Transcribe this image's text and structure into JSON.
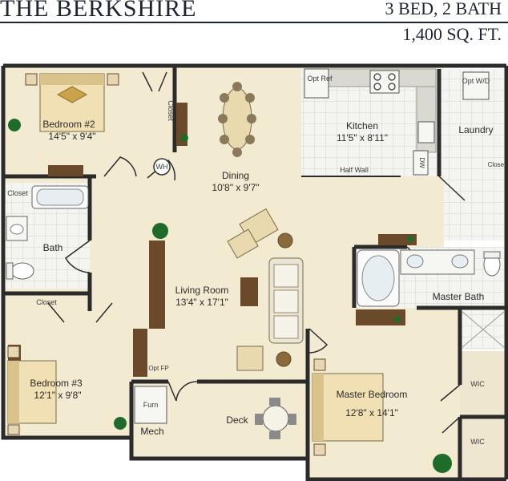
{
  "header": {
    "title": "THE BERKSHIRE",
    "beds_baths": "3 BED, 2 BATH",
    "area": "1,400 SQ. FT."
  },
  "rooms": {
    "bedroom2": {
      "name": "Bedroom #2",
      "size": "14'5\" x 9'4\""
    },
    "closet_b2": {
      "name": "Closet"
    },
    "wh": {
      "name": "WH"
    },
    "dining": {
      "name": "Dining",
      "size": "10'8\" x 9'7\""
    },
    "kitchen": {
      "name": "Kitchen",
      "size": "11'5\" x 8'11\""
    },
    "opt_ref": {
      "name": "Opt Ref"
    },
    "half_wall": {
      "name": "Half Wall"
    },
    "dw": {
      "name": "DW"
    },
    "laundry": {
      "name": "Laundry"
    },
    "opt_wd": {
      "name": "Opt W/D"
    },
    "closet_laundry": {
      "name": "Closet"
    },
    "closet_bath": {
      "name": "Closet"
    },
    "bath": {
      "name": "Bath"
    },
    "living": {
      "name": "Living Room",
      "size": "13'4\" x 17'1\""
    },
    "closet_b3": {
      "name": "Closet"
    },
    "bedroom3": {
      "name": "Bedroom #3",
      "size": "12'1\" x 9'8\""
    },
    "opt_fp": {
      "name": "Opt FP"
    },
    "furn": {
      "name": "Furn"
    },
    "mech": {
      "name": "Mech"
    },
    "deck": {
      "name": "Deck"
    },
    "master_bath": {
      "name": "Master Bath"
    },
    "master_bedroom": {
      "name": "Master Bedroom",
      "size": "12'8\" x 14'1\""
    },
    "wic1": {
      "name": "WIC"
    },
    "wic2": {
      "name": "WIC"
    }
  },
  "colors": {
    "floor": "#f3ead2",
    "tile": "#f4f4f1",
    "tile_line": "#d6d6d0",
    "wall": "#2b2b2b",
    "wood": "#6b4a2c",
    "furniture": "#e9d9ae",
    "plant": "#1f6b2a"
  }
}
